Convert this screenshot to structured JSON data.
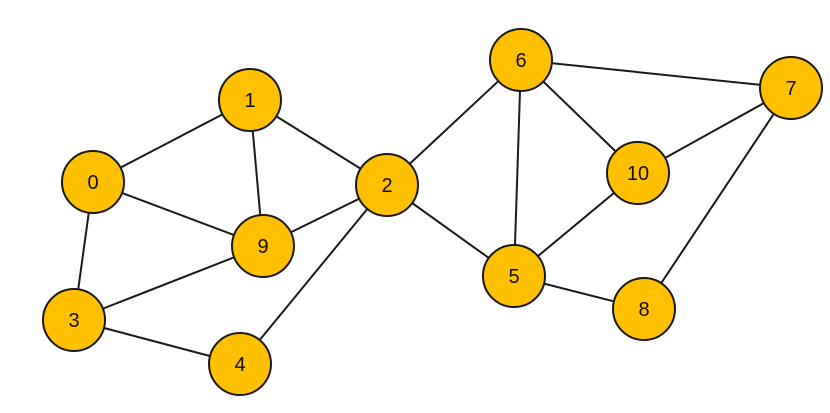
{
  "graph": {
    "node_fill": "#FFC000",
    "edge_color": "#1a1a1a",
    "nodes": [
      {
        "id": 0,
        "label": "0"
      },
      {
        "id": 1,
        "label": "1"
      },
      {
        "id": 2,
        "label": "2"
      },
      {
        "id": 3,
        "label": "3"
      },
      {
        "id": 4,
        "label": "4"
      },
      {
        "id": 5,
        "label": "5"
      },
      {
        "id": 6,
        "label": "6"
      },
      {
        "id": 7,
        "label": "7"
      },
      {
        "id": 8,
        "label": "8"
      },
      {
        "id": 9,
        "label": "9"
      },
      {
        "id": 10,
        "label": "10"
      }
    ],
    "edges": [
      [
        0,
        1
      ],
      [
        0,
        9
      ],
      [
        0,
        3
      ],
      [
        1,
        9
      ],
      [
        1,
        2
      ],
      [
        9,
        2
      ],
      [
        9,
        3
      ],
      [
        3,
        4
      ],
      [
        4,
        2
      ],
      [
        2,
        6
      ],
      [
        2,
        5
      ],
      [
        6,
        5
      ],
      [
        6,
        10
      ],
      [
        6,
        7
      ],
      [
        10,
        5
      ],
      [
        10,
        7
      ],
      [
        7,
        8
      ],
      [
        5,
        8
      ]
    ]
  }
}
